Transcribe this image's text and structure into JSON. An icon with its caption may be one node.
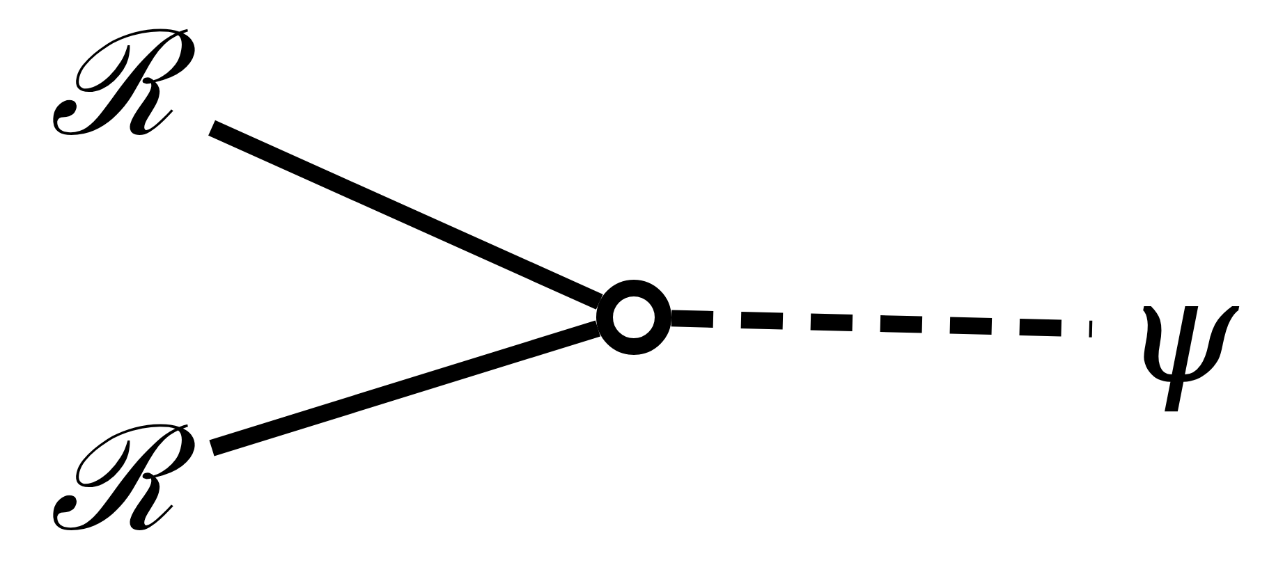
{
  "diagram": {
    "nodes": [
      {
        "text": [
          "ℛ"
        ]
      },
      {
        "text": [
          "ℛ"
        ]
      },
      {
        "text": [],
        "shape": "circle"
      },
      {
        "text": [
          "ψ"
        ]
      }
    ],
    "edges": [
      {
        "from": 0,
        "to": 2,
        "arrow": "none"
      },
      {
        "from": 1,
        "to": 2,
        "arrow": "none"
      },
      {
        "from": 2,
        "to": 3,
        "arrow": "none",
        "style": "dashed"
      }
    ]
  }
}
